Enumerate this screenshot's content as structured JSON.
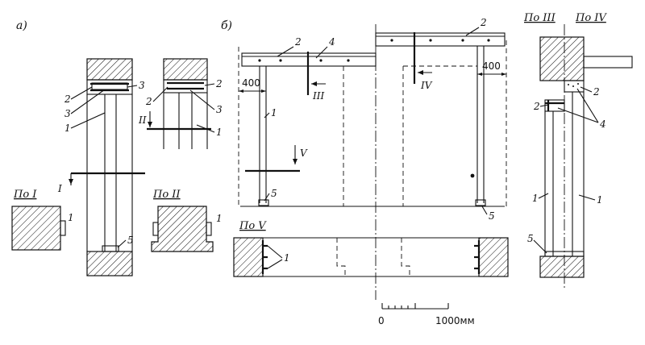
{
  "figure_labels": {
    "part_a": "а)",
    "part_b": "б)"
  },
  "section_captions": {
    "sec_1": "По I",
    "sec_2": "По II",
    "sec_3": "По III",
    "sec_4": "По IV",
    "sec_5": "По V"
  },
  "section_marks": {
    "m1": "I",
    "m2": "II",
    "m3": "III",
    "m4": "IV",
    "m5": "V"
  },
  "callouts": {
    "n1": "1",
    "n2": "2",
    "n3": "3",
    "n4": "4",
    "n5": "5"
  },
  "dimensions": {
    "d400_left": "400",
    "d400_right": "400"
  },
  "scale_bar": {
    "start": "0",
    "end": "1000мм"
  }
}
